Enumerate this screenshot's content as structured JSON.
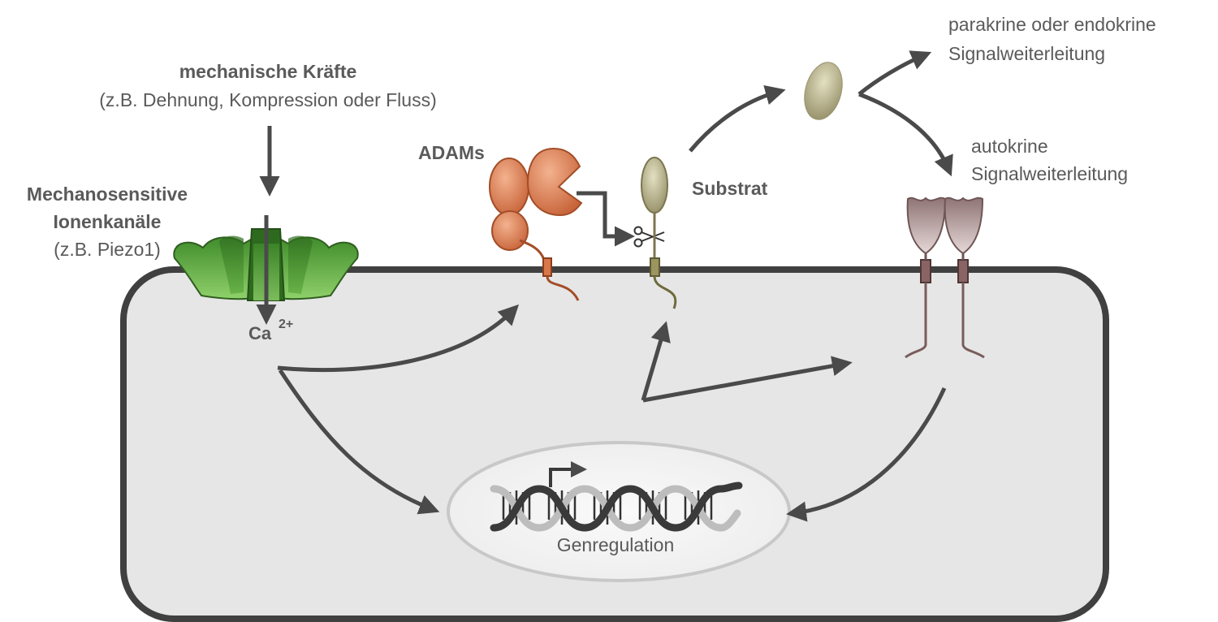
{
  "labels": {
    "mech_forces_title": "mechanische Kräfte",
    "mech_forces_sub": "(z.B. Dehnung, Kompression oder Fluss)",
    "channels_line1": "Mechanosensitive",
    "channels_line2": "Ionenkanäle",
    "channels_sub": "(z.B. Piezo1)",
    "calcium": "Ca",
    "calcium_charge": "2+",
    "adams": "ADAMs",
    "substrate": "Substrat",
    "paracrine_line1": "parakrine oder endokrine",
    "paracrine_line2": "Signalweiterleitung",
    "autocrine_line1": "autokrine",
    "autocrine_line2": "Signalweiterleitung",
    "gene_regulation": "Genregulation"
  },
  "colors": {
    "cell_fill": "#e6e6e6",
    "cell_border": "#404040",
    "arrow": "#4a4a4a",
    "channel_green": "#5aa83a",
    "adam_orange": "#d9774a",
    "substrate_olive": "#a9a37a",
    "receptor_mauve": "#b9a1a1",
    "nucleus_fill": "#f1f1f1"
  }
}
